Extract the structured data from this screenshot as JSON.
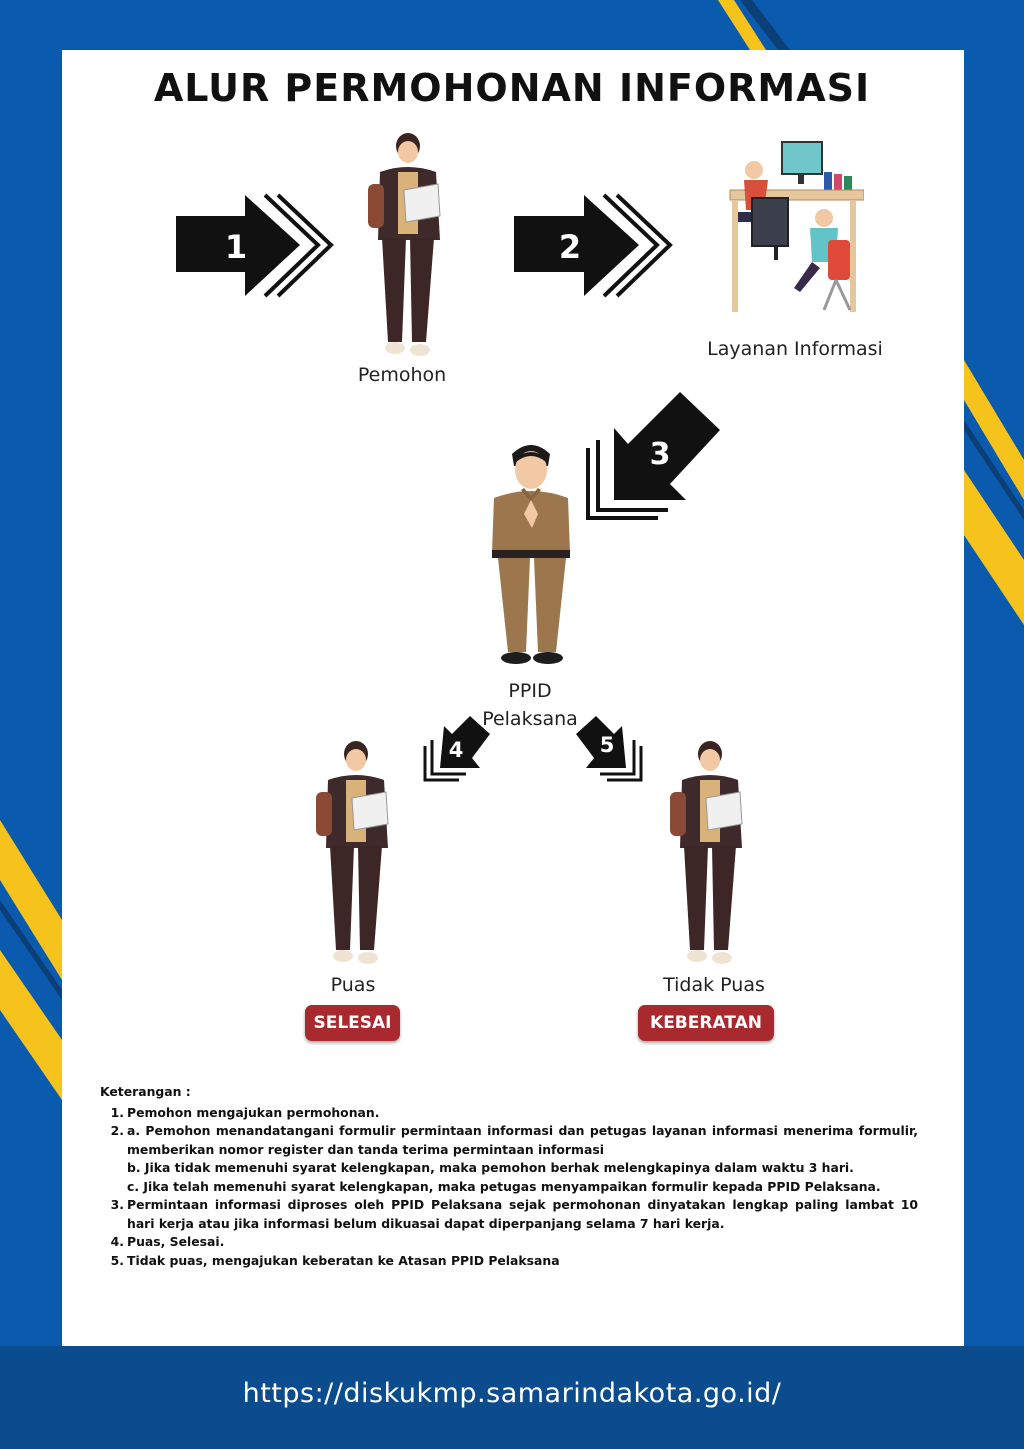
{
  "title": "ALUR PERMOHONAN INFORMASI",
  "colors": {
    "background": "#0a5aae",
    "accent": "#f6c21c",
    "badge": "#a82a2e",
    "footer": "#0b4c8e"
  },
  "steps": {
    "s1": "1",
    "s2": "2",
    "s3": "3",
    "s4": "4",
    "s5": "5"
  },
  "nodes": {
    "pemohon": "Pemohon",
    "layanan": "Layanan Informasi",
    "ppid_line1": "PPID",
    "ppid_line2": "Pelaksana",
    "puas": "Puas",
    "tidak_puas": "Tidak Puas"
  },
  "badges": {
    "selesai": "SELESAI",
    "keberatan": "KEBERATAN"
  },
  "notes": {
    "heading": "Keterangan :",
    "n1": "Pemohon mengajukan permohonan.",
    "n2a": "a. Pemohon menandatangani formulir permintaan informasi dan petugas layanan informasi menerima formulir, memberikan nomor register dan tanda terima permintaan informasi",
    "n2b": "b. Jika tidak memenuhi syarat kelengkapan, maka pemohon berhak melengkapinya dalam waktu 3 hari.",
    "n2c": "c. Jika telah memenuhi syarat kelengkapan, maka petugas menyampaikan formulir kepada PPID Pelaksana.",
    "n3": "Permintaan informasi diproses oleh PPID Pelaksana sejak permohonan dinyatakan lengkap paling lambat 10 hari kerja atau jika informasi belum dikuasai dapat diperpanjang selama 7 hari kerja.",
    "n4": "Puas, Selesai.",
    "n5": "Tidak puas, mengajukan keberatan ke Atasan PPID Pelaksana"
  },
  "footer": {
    "url": "https://diskukmp.samarindakota.go.id/"
  }
}
